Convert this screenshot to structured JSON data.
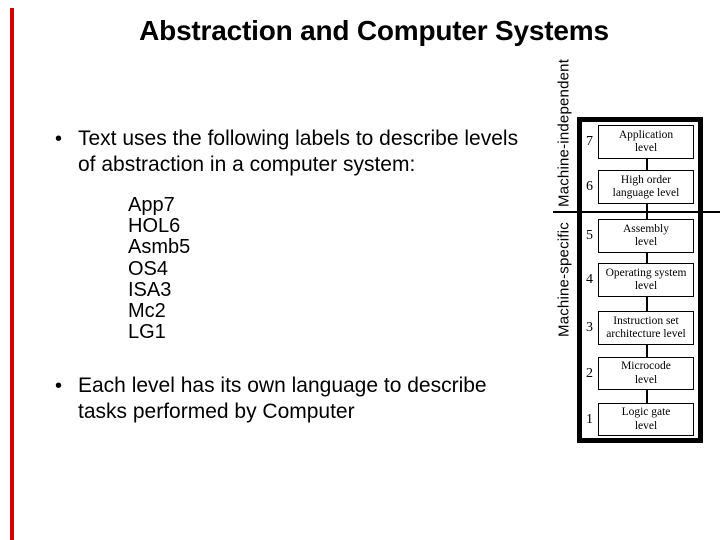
{
  "slide": {
    "title": "Abstraction and Computer Systems",
    "bullet_char": "•",
    "accent_color": "#d40000"
  },
  "bullets": [
    "Text uses the following labels to describe levels of abstraction in a computer system:",
    "Each level has its own language to describe tasks performed by Computer"
  ],
  "abbreviations": [
    "App7",
    "HOL6",
    "Asmb5",
    "OS4",
    "ISA3",
    "Mc2",
    "LG1"
  ],
  "diagram": {
    "machine_independent_label": "Machine-independent",
    "machine_specific_label": "Machine-specific",
    "levels": [
      {
        "num": "7",
        "line1": "Application",
        "line2": "level"
      },
      {
        "num": "6",
        "line1": "High order",
        "line2": "language level"
      },
      {
        "num": "5",
        "line1": "Assembly",
        "line2": "level"
      },
      {
        "num": "4",
        "line1": "Operating system",
        "line2": "level"
      },
      {
        "num": "3",
        "line1": "Instruction set",
        "line2": "architecture level"
      },
      {
        "num": "2",
        "line1": "Microcode",
        "line2": "level"
      },
      {
        "num": "1",
        "line1": "Logic gate",
        "line2": "level"
      }
    ]
  }
}
